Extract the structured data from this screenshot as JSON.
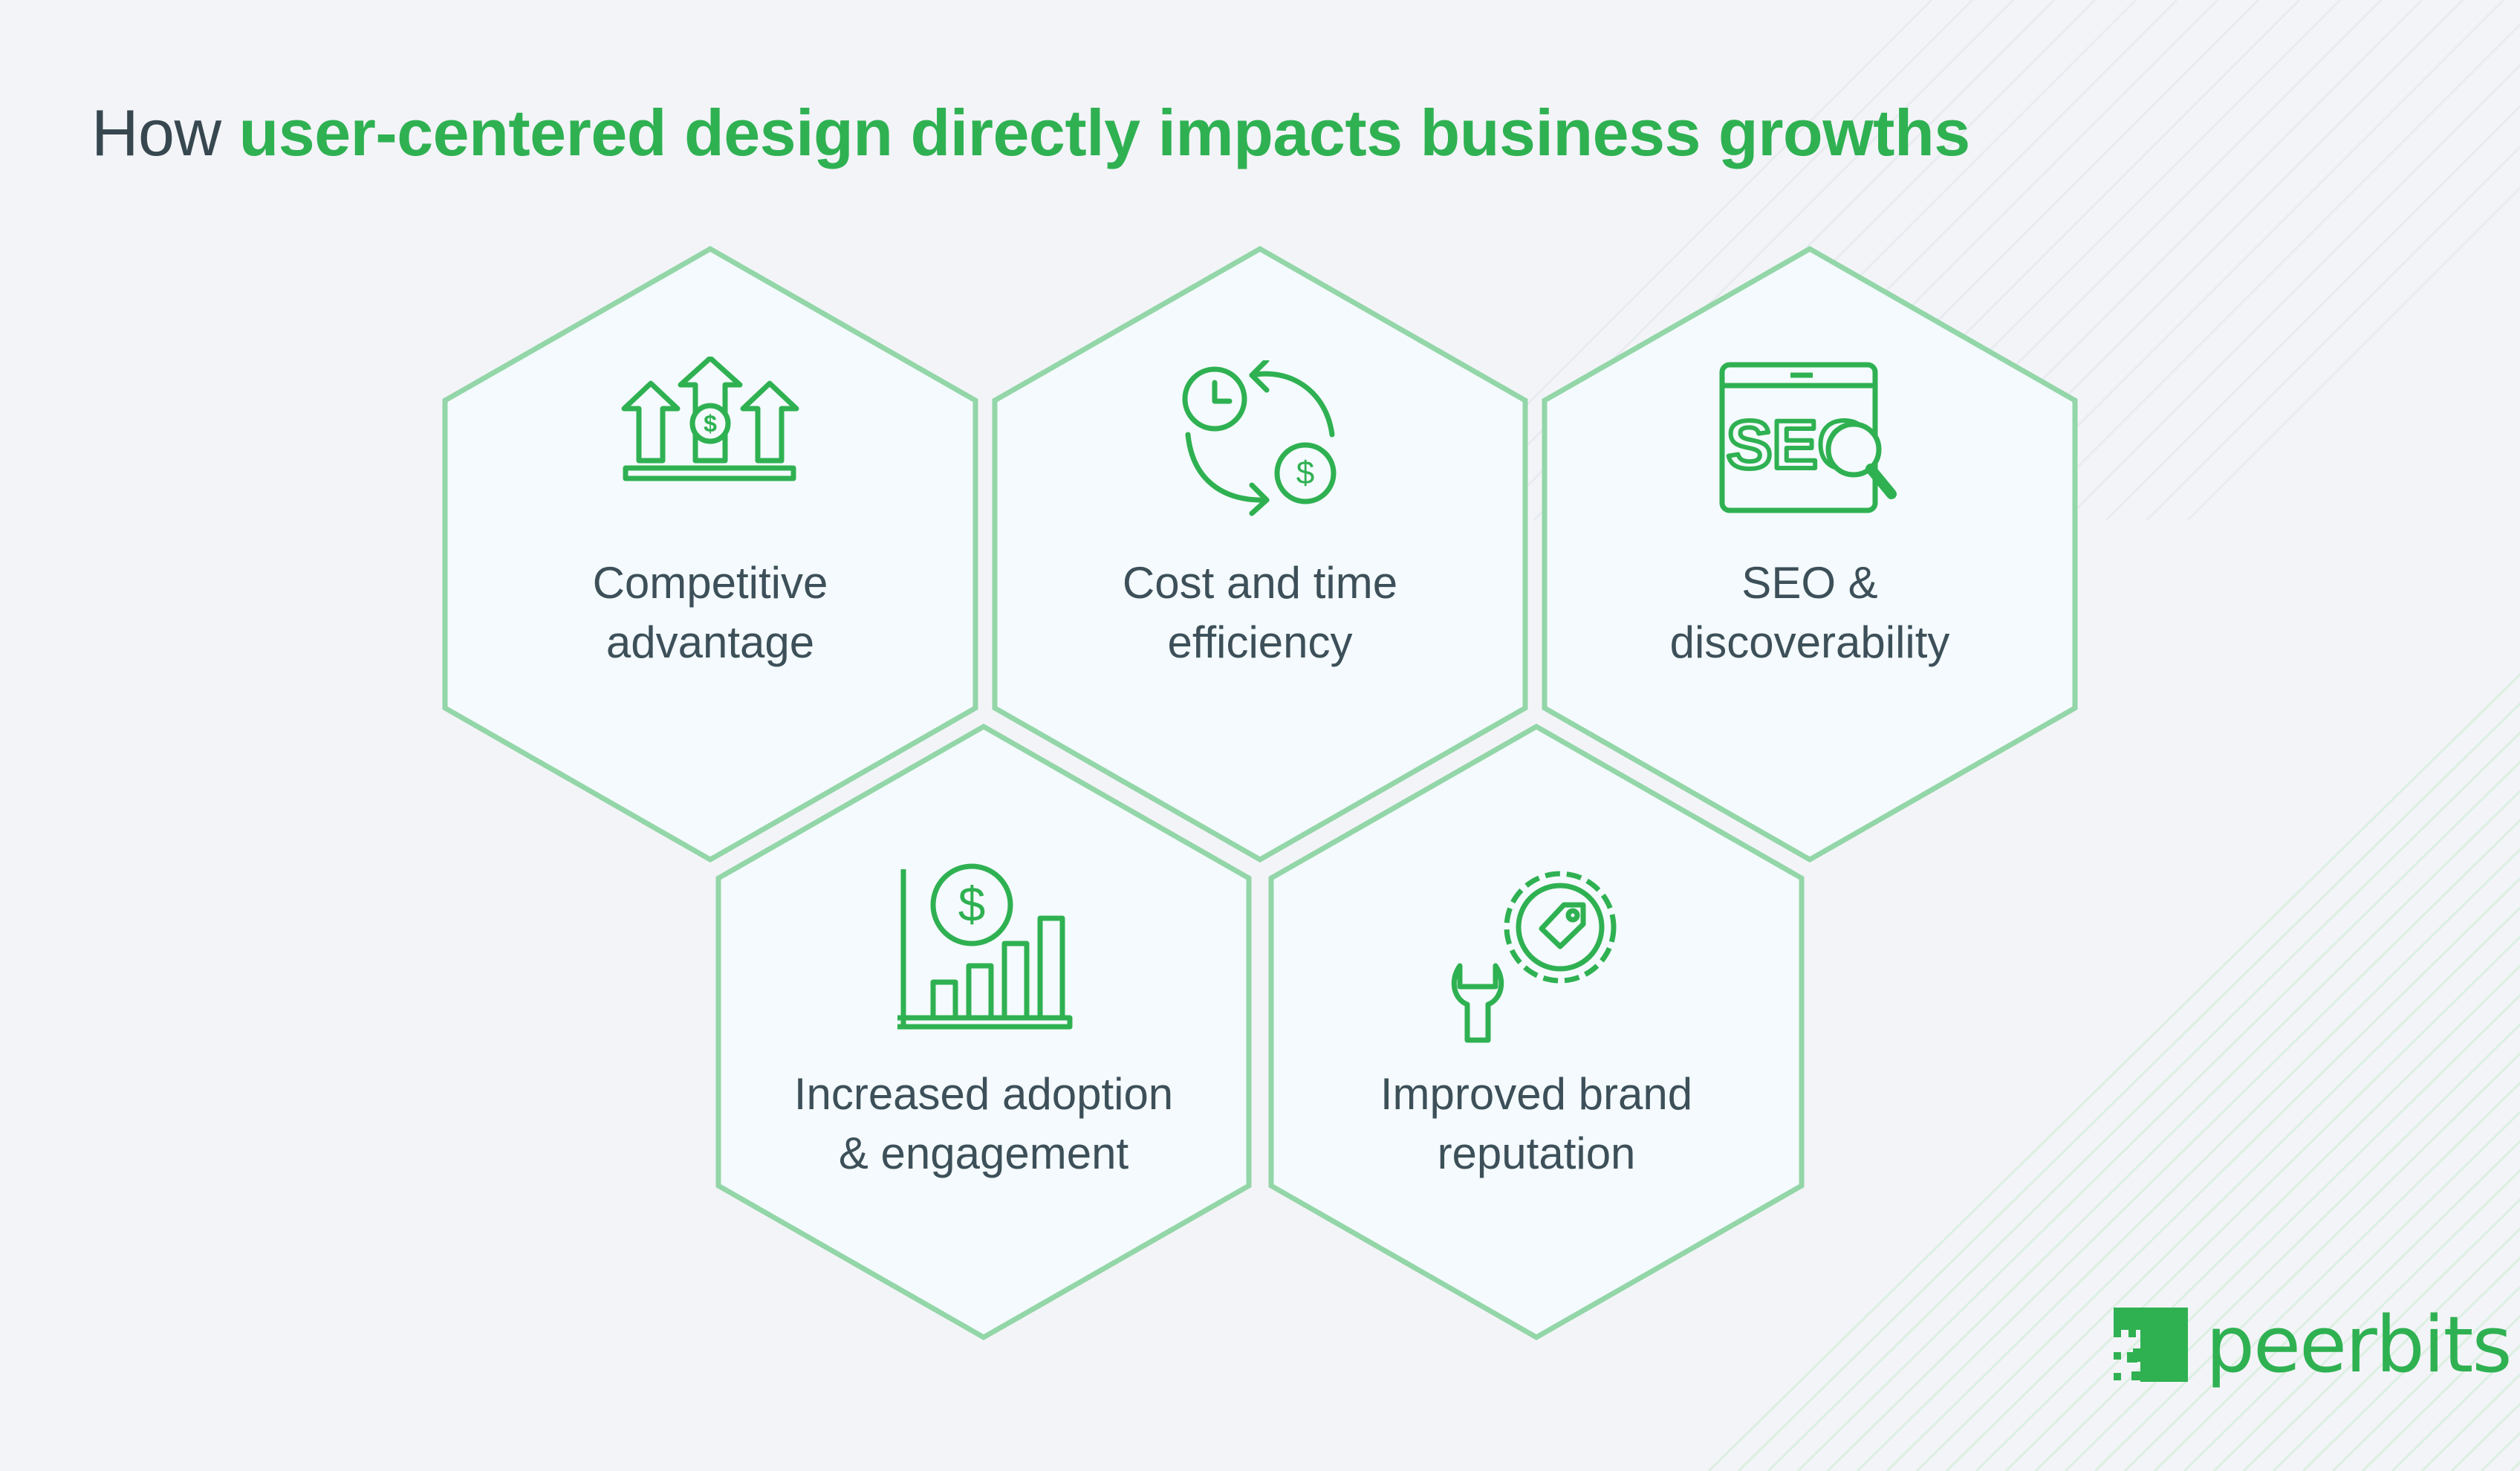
{
  "title": {
    "prefix": "How",
    "highlight": "user-centered design directly impacts business growths"
  },
  "items": [
    {
      "label": "Competitive advantage",
      "icon": "arrows-up-dollar-icon"
    },
    {
      "label": "Cost and time efficiency",
      "icon": "clock-dollar-cycle-icon"
    },
    {
      "label": "SEO & discoverability",
      "icon": "seo-browser-icon"
    },
    {
      "label": "Increased adoption & engagement",
      "icon": "dollar-bar-chart-icon"
    },
    {
      "label": "Improved brand reputation",
      "icon": "gear-tag-wrench-icon"
    }
  ],
  "logo": {
    "text": "peerbits"
  },
  "colors": {
    "accent": "#2fb152",
    "hex_stroke": "#93d6a8",
    "text": "#3d5059",
    "background": "#f3f4f8"
  }
}
